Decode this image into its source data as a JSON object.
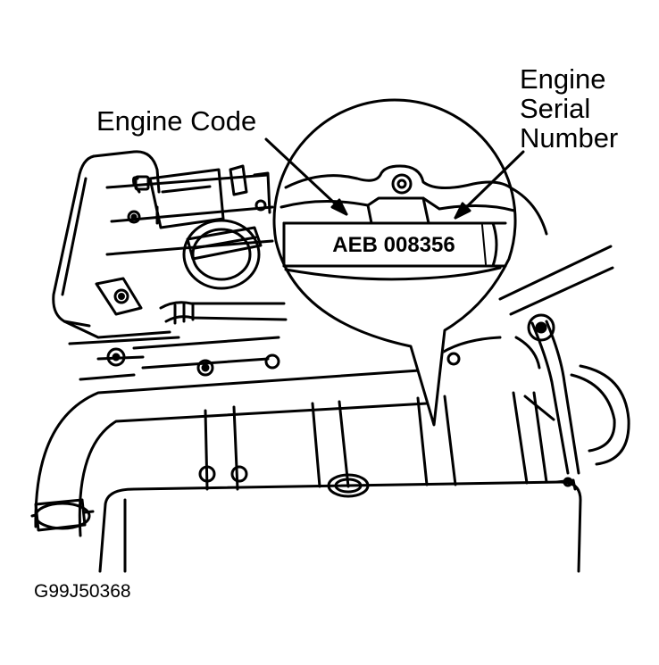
{
  "labels": {
    "engine_code": "Engine Code",
    "serial_line1": "Engine",
    "serial_line2": "Serial",
    "serial_line3": "Number",
    "plate_text": "AEB 008356",
    "figure_id": "G99J50368"
  }
}
